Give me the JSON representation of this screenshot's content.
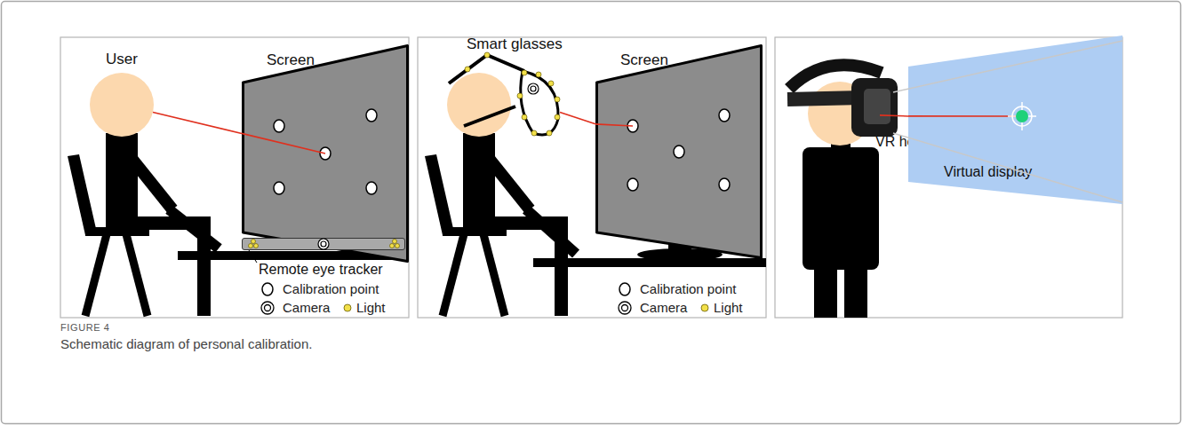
{
  "diagram": {
    "title": "FIGURE 4",
    "caption": "Schematic diagram of personal calibration.",
    "nodes": [
      {
        "text": [
          "User"
        ]
      },
      {
        "text": [
          "Screen"
        ]
      },
      {
        "text": [
          "Remote eye tracker"
        ]
      },
      {
        "text": [
          "Smart glasses"
        ]
      },
      {
        "text": [
          "Screen"
        ]
      },
      {
        "text": [
          "VR headset"
        ]
      },
      {
        "text": [
          "Virtual display"
        ]
      }
    ],
    "edges": [
      {
        "from": 0,
        "to": 1,
        "arrow": "none"
      },
      {
        "from": 3,
        "to": 4,
        "arrow": "none"
      },
      {
        "from": 5,
        "to": 6,
        "arrow": "none"
      }
    ],
    "legend": [
      {
        "text": "Calibration point"
      },
      {
        "text": "Camera"
      },
      {
        "text": "Light"
      },
      {
        "text": "Calibration point"
      },
      {
        "text": "Camera"
      },
      {
        "text": "Light"
      }
    ]
  }
}
